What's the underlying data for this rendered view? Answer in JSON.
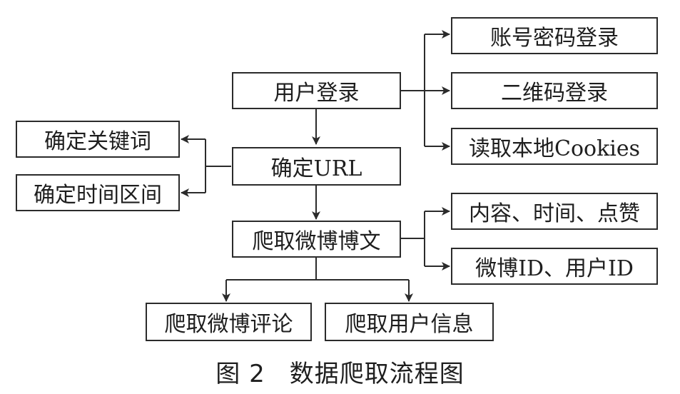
{
  "nodes": {
    "login": "用户登录",
    "account_password": "账号密码登录",
    "qr_code": "二维码登录",
    "read_cookies": "读取本地Cookies",
    "confirm_url": "确定URL",
    "confirm_keywords": "确定关键词",
    "confirm_time_range": "确定时间区间",
    "crawl_weibo": "爬取微博博文",
    "content_time_likes": "内容、时间、点赞",
    "weibo_user_id": "微博ID、用户ID",
    "crawl_comments": "爬取微博评论",
    "crawl_user_info": "爬取用户信息"
  },
  "caption": {
    "number": "图 2",
    "title": "数据爬取流程图"
  }
}
